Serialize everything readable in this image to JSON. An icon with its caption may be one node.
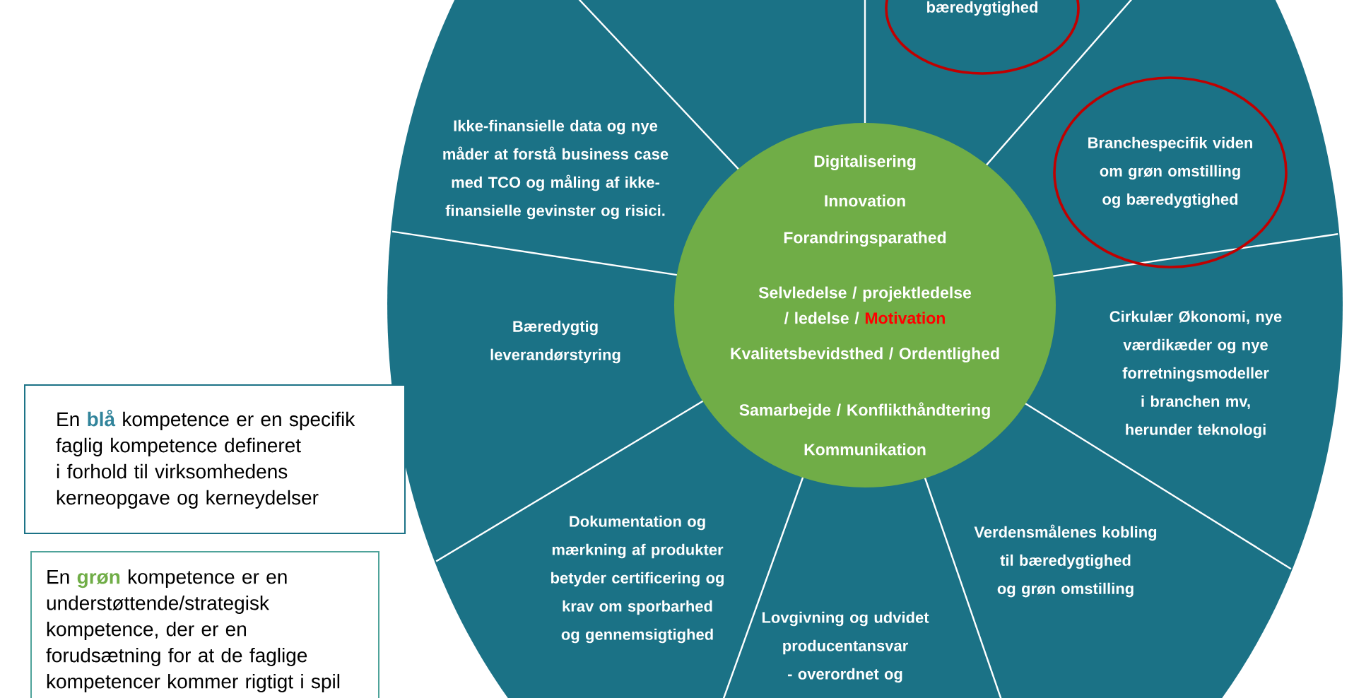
{
  "diagram": {
    "nodes": [
      {
        "text": [
          "bæredygtighed"
        ]
      },
      {
        "text": [
          "Ikke-finansielle data og nye måder at forstå business case med TCO og måling af ikke-finansielle gevinster og risici."
        ]
      },
      {
        "text": [
          "Digitalisering",
          "Innovation",
          "Forandringsparathed",
          "Selvledelse / projektledelse / ledelse /",
          "Motivation",
          "Kvalitetsbevidsthed / Ordentlighed",
          "Samarbejde / Konflikthåndtering",
          "Kommunikation"
        ]
      },
      {
        "text": [
          "Branchespecifik viden om grøn omstilling og bæredygtighed"
        ]
      },
      {
        "text": [
          "Bæredygtig leverandørstyring"
        ]
      },
      {
        "text": [
          "**Cirkulær Økonomi, nye værdikæder og nye forretningsmodeller i branchen** mv, herunder teknologi"
        ]
      },
      {
        "text": [
          "Dokumentation og mærkning af produkter betyder certificering og krav om sporbarhed og gennemsigtighed"
        ]
      },
      {
        "text": [
          "Verdensmålenes kobling til bæredygtighed og grøn omstilling"
        ]
      },
      {
        "text": [
          "Lovgivning og udvidet producentansvar - overordnet og"
        ]
      },
      {
        "text": [
          "En **blå** kompetence er en specifik faglig kompetence defineret i forhold til virksomhedens kerneopgave og kerneydelser"
        ]
      },
      {
        "text": [
          "En **grøn** kompetence er en understøttende/strategisk kompetence, der er en forudsætning for at de faglige kompetencer kommer rigtigt i spil"
        ]
      }
    ]
  }
}
